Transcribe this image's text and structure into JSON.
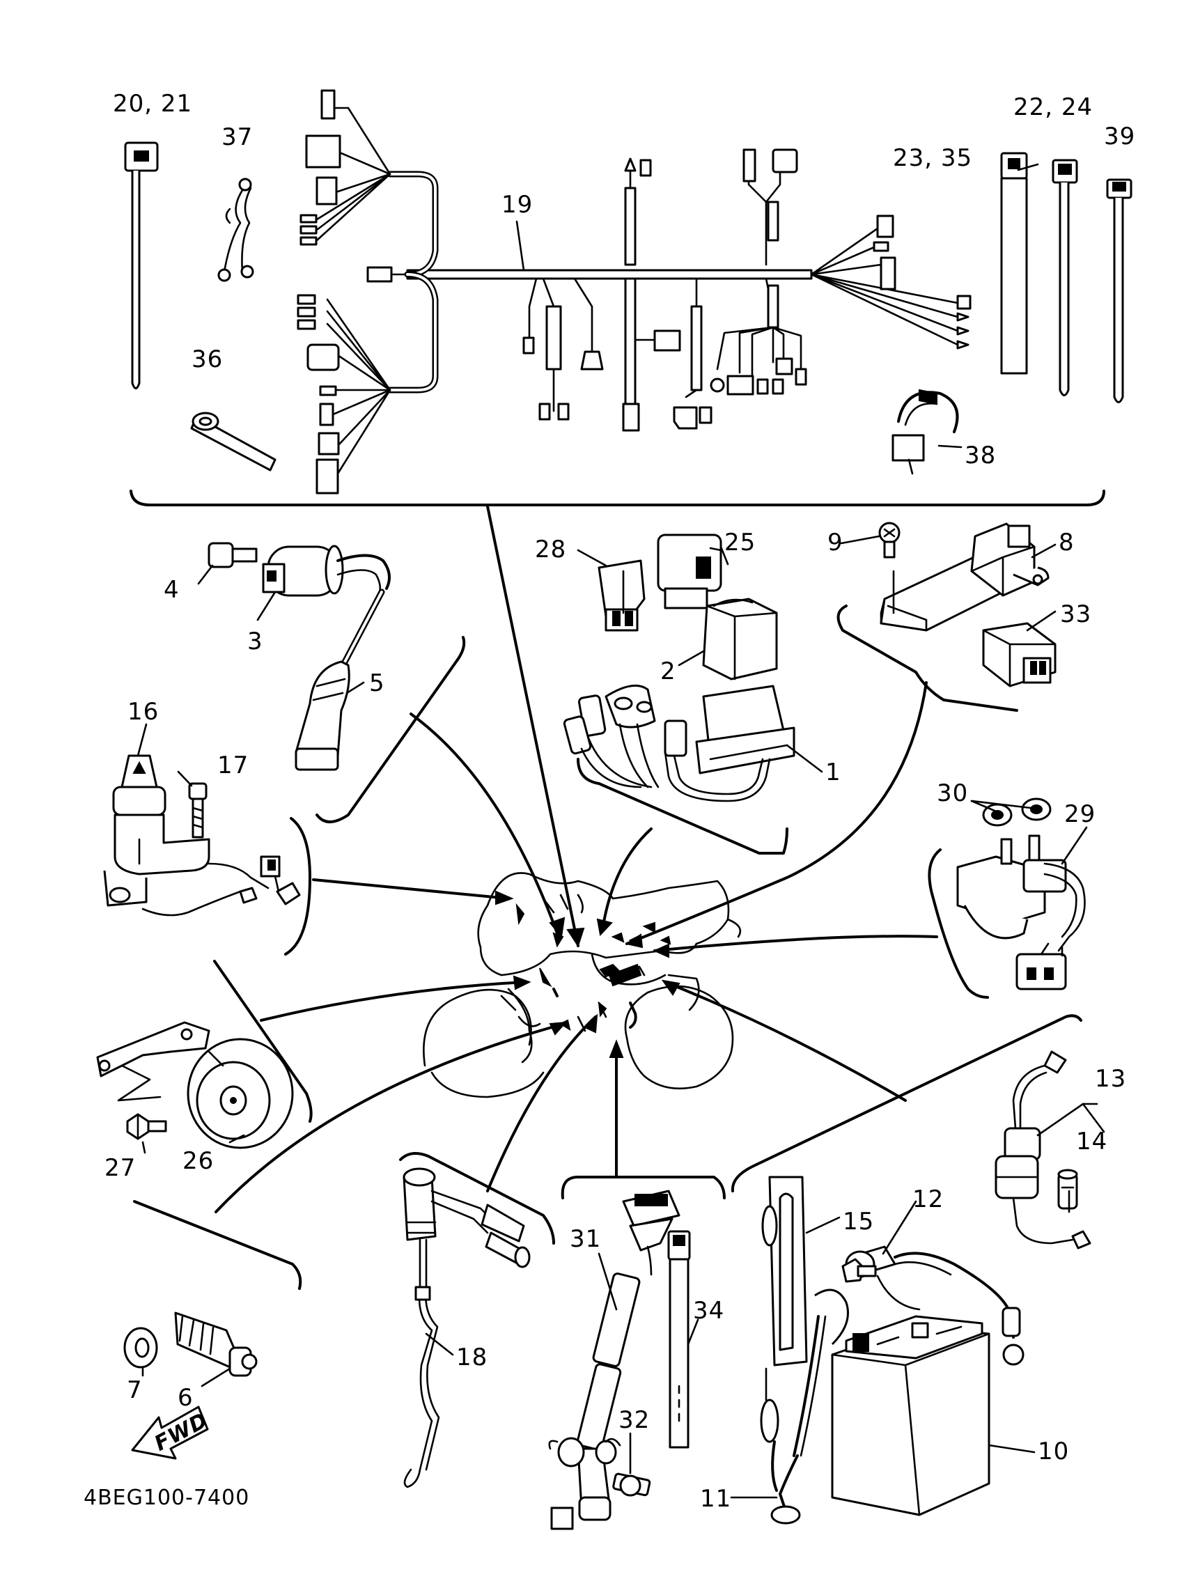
{
  "labels": {
    "l1": "1",
    "l2": "2",
    "l3": "3",
    "l4": "4",
    "l5": "5",
    "l6": "6",
    "l7": "7",
    "l8": "8",
    "l9": "9",
    "l10": "10",
    "l11": "11",
    "l12": "12",
    "l13": "13",
    "l14": "14",
    "l15": "15",
    "l16": "16",
    "l17": "17",
    "l18": "18",
    "l19": "19",
    "l20_21": "20, 21",
    "l22_24": "22, 24",
    "l23_35": "23, 35",
    "l25": "25",
    "l26": "26",
    "l27": "27",
    "l28": "28",
    "l29": "29",
    "l30": "30",
    "l31": "31",
    "l32": "32",
    "l33": "33",
    "l34": "34",
    "l36": "36",
    "l37": "37",
    "l38": "38",
    "l39": "39"
  },
  "fwd": "FWD",
  "code": "4BEG100-7400"
}
